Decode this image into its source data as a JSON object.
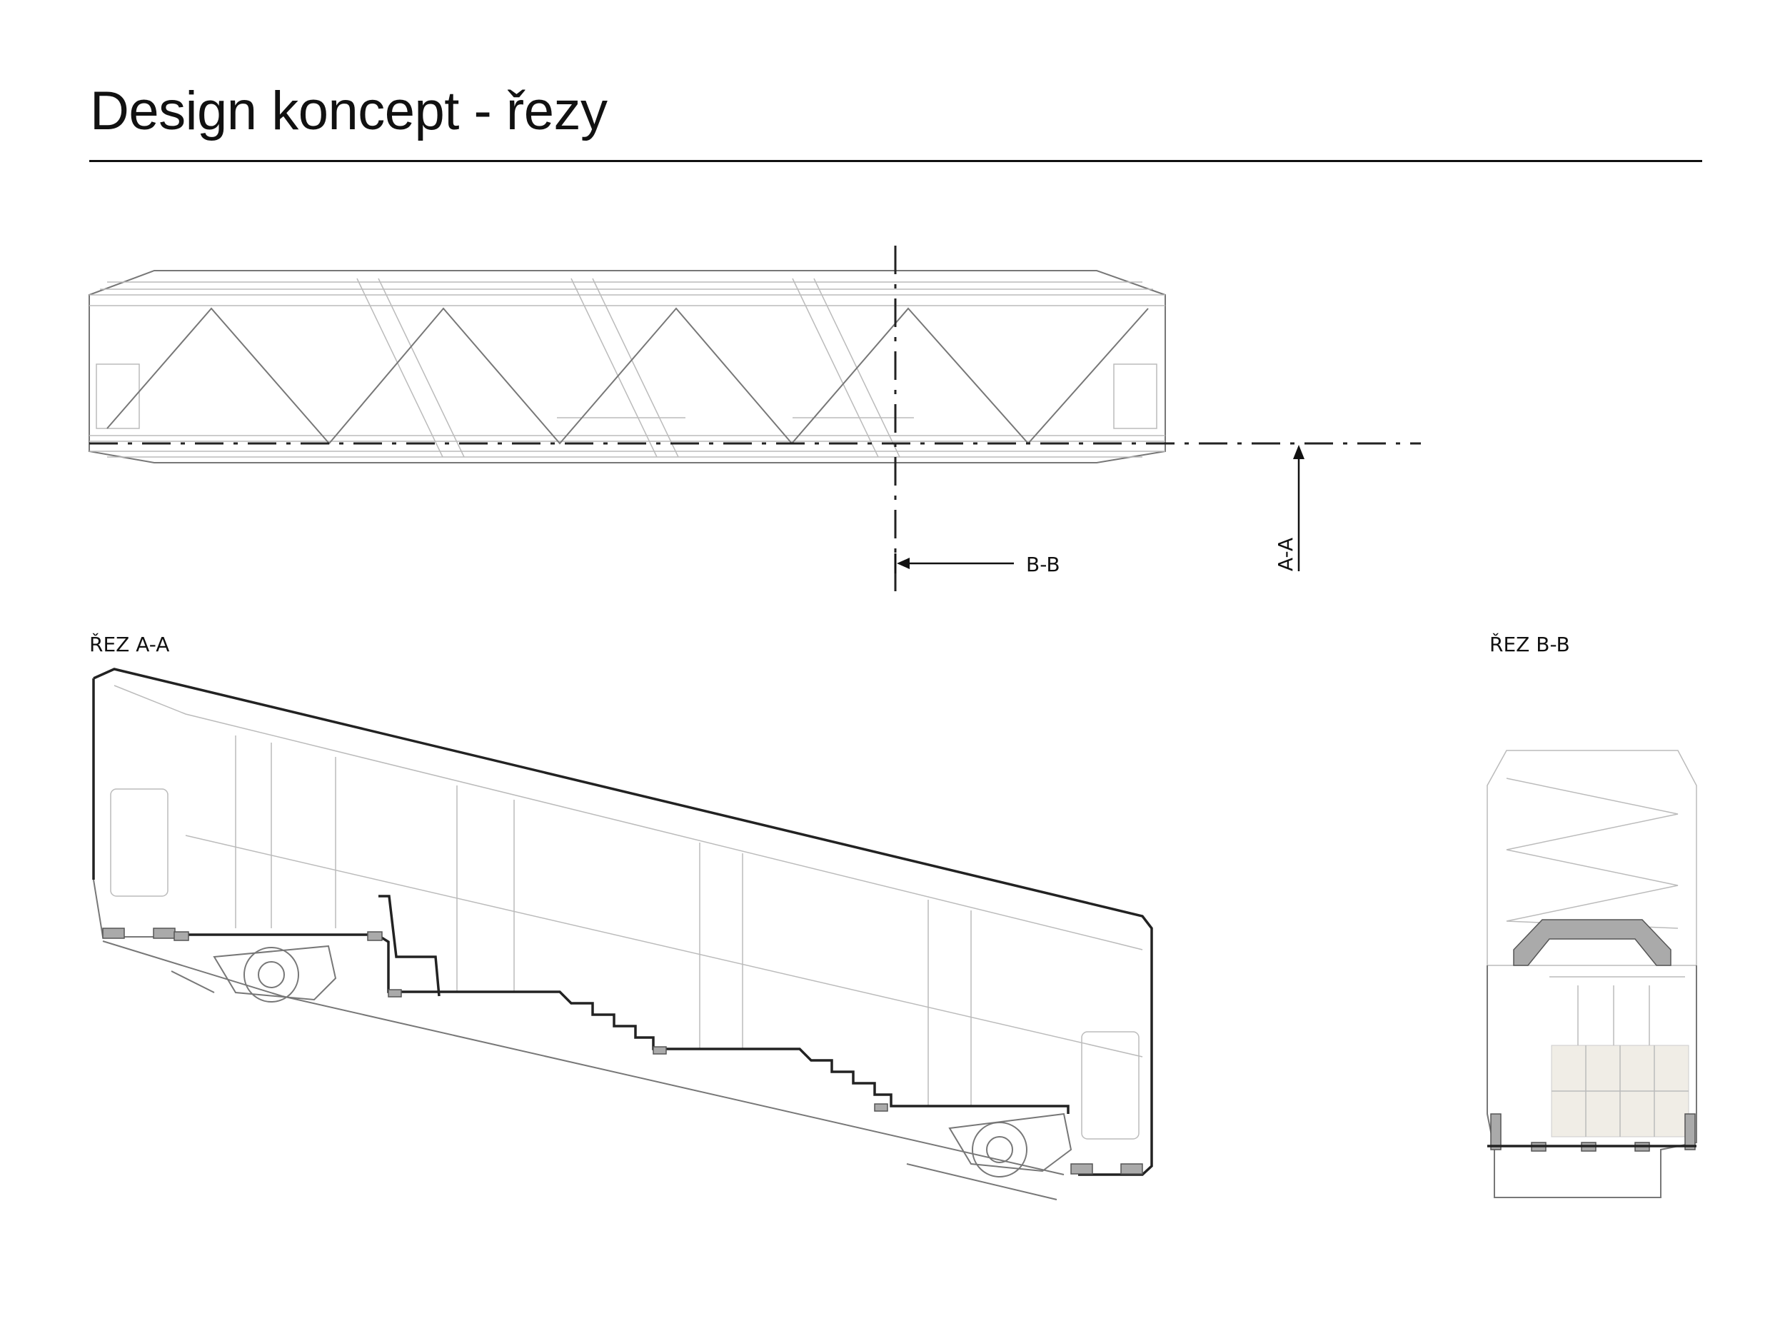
{
  "page": {
    "title": "Design koncept - řezy"
  },
  "plan_view": {
    "section_markers": [
      {
        "label": "B-B"
      },
      {
        "label": "A-A"
      }
    ]
  },
  "sections": [
    {
      "label": "ŘEZ A-A"
    },
    {
      "label": "ŘEZ B-B"
    }
  ],
  "colors": {
    "line": "#222222",
    "cut_fill": "#aaaaaa",
    "floor_panel": "#f0ede6"
  }
}
